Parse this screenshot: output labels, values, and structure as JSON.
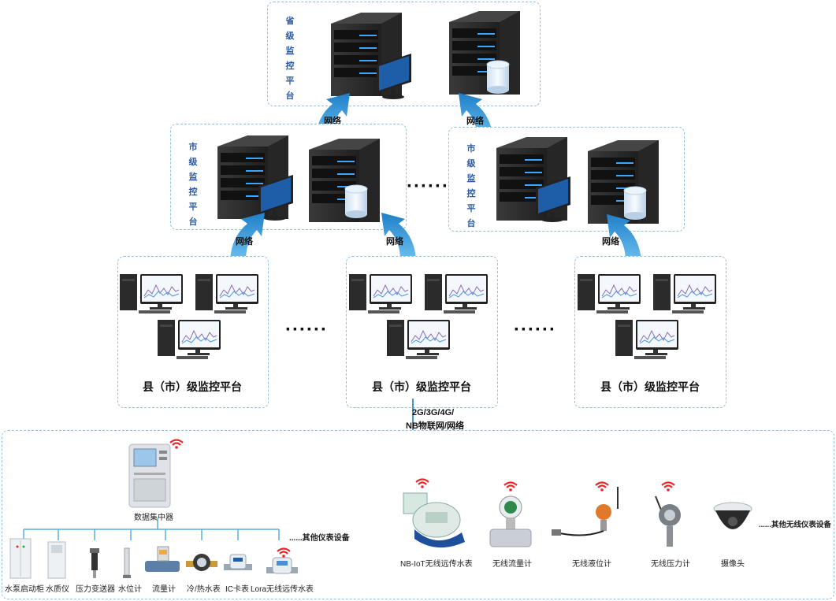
{
  "provincial": {
    "label": "省级监控平台"
  },
  "city": {
    "label": "市级监控平台"
  },
  "network": "网络",
  "county": {
    "label": "县（市）级监控平台"
  },
  "uplink": {
    "line1": "2G/3G/4G/",
    "line2": "NB物联网/网络"
  },
  "ellipsis": "······",
  "concentrator": "数据集中器",
  "wired_devices": [
    "水泵启动柜",
    "水质仪",
    "压力变送器",
    "水位计",
    "流量计",
    "冷/热水表",
    "IC卡表",
    "Lora无线远传水表"
  ],
  "wired_more": "......其他仪表设备",
  "wireless_devices": [
    "NB-IoT无线远传水表",
    "无线流量计",
    "无线液位计",
    "无线压力计",
    "摄像头"
  ],
  "wireless_more": "......其他无线仪表设备",
  "colors": {
    "arrow": "#3d9ad8",
    "server": "#2f2f2f",
    "server_edge": "#1e1e1e",
    "led": "#3fa6ff",
    "border": "#8fc0e6",
    "wifi": "#e8262b",
    "label": "#2b5aa0"
  }
}
